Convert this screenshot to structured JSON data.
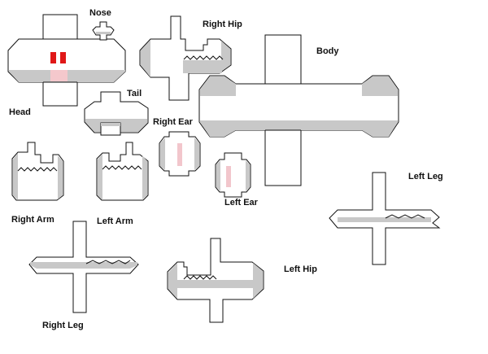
{
  "labels": {
    "nose": "Nose",
    "right_hip": "Right Hip",
    "body": "Body",
    "head": "Head",
    "tail": "Tail",
    "right_ear": "Right Ear",
    "left_ear": "Left Ear",
    "left_leg": "Left Leg",
    "right_arm": "Right Arm",
    "left_arm": "Left Arm",
    "left_hip": "Left Hip",
    "right_leg": "Right Leg"
  },
  "colors": {
    "background": "#ffffff",
    "outline": "#111111",
    "shade": "#c8c8c8",
    "eye": "#e01818",
    "blush": "#f4c8cc",
    "ear_inner": "#f2c6cc"
  }
}
